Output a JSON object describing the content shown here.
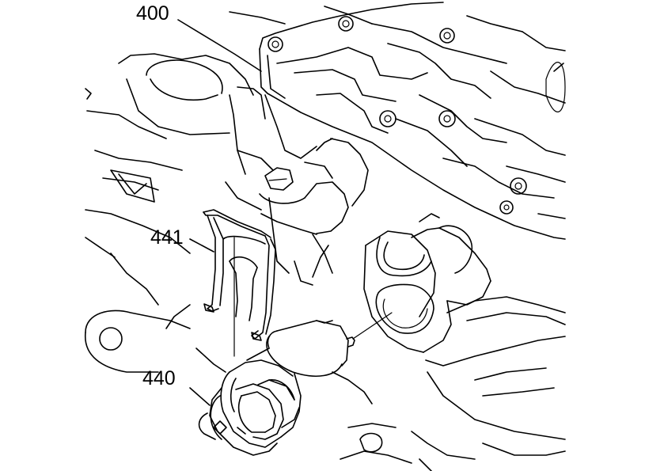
{
  "callouts": {
    "part_400": "400",
    "part_441": "441",
    "part_440": "440"
  },
  "colors": {
    "line": "#000000",
    "background": "#ffffff"
  }
}
